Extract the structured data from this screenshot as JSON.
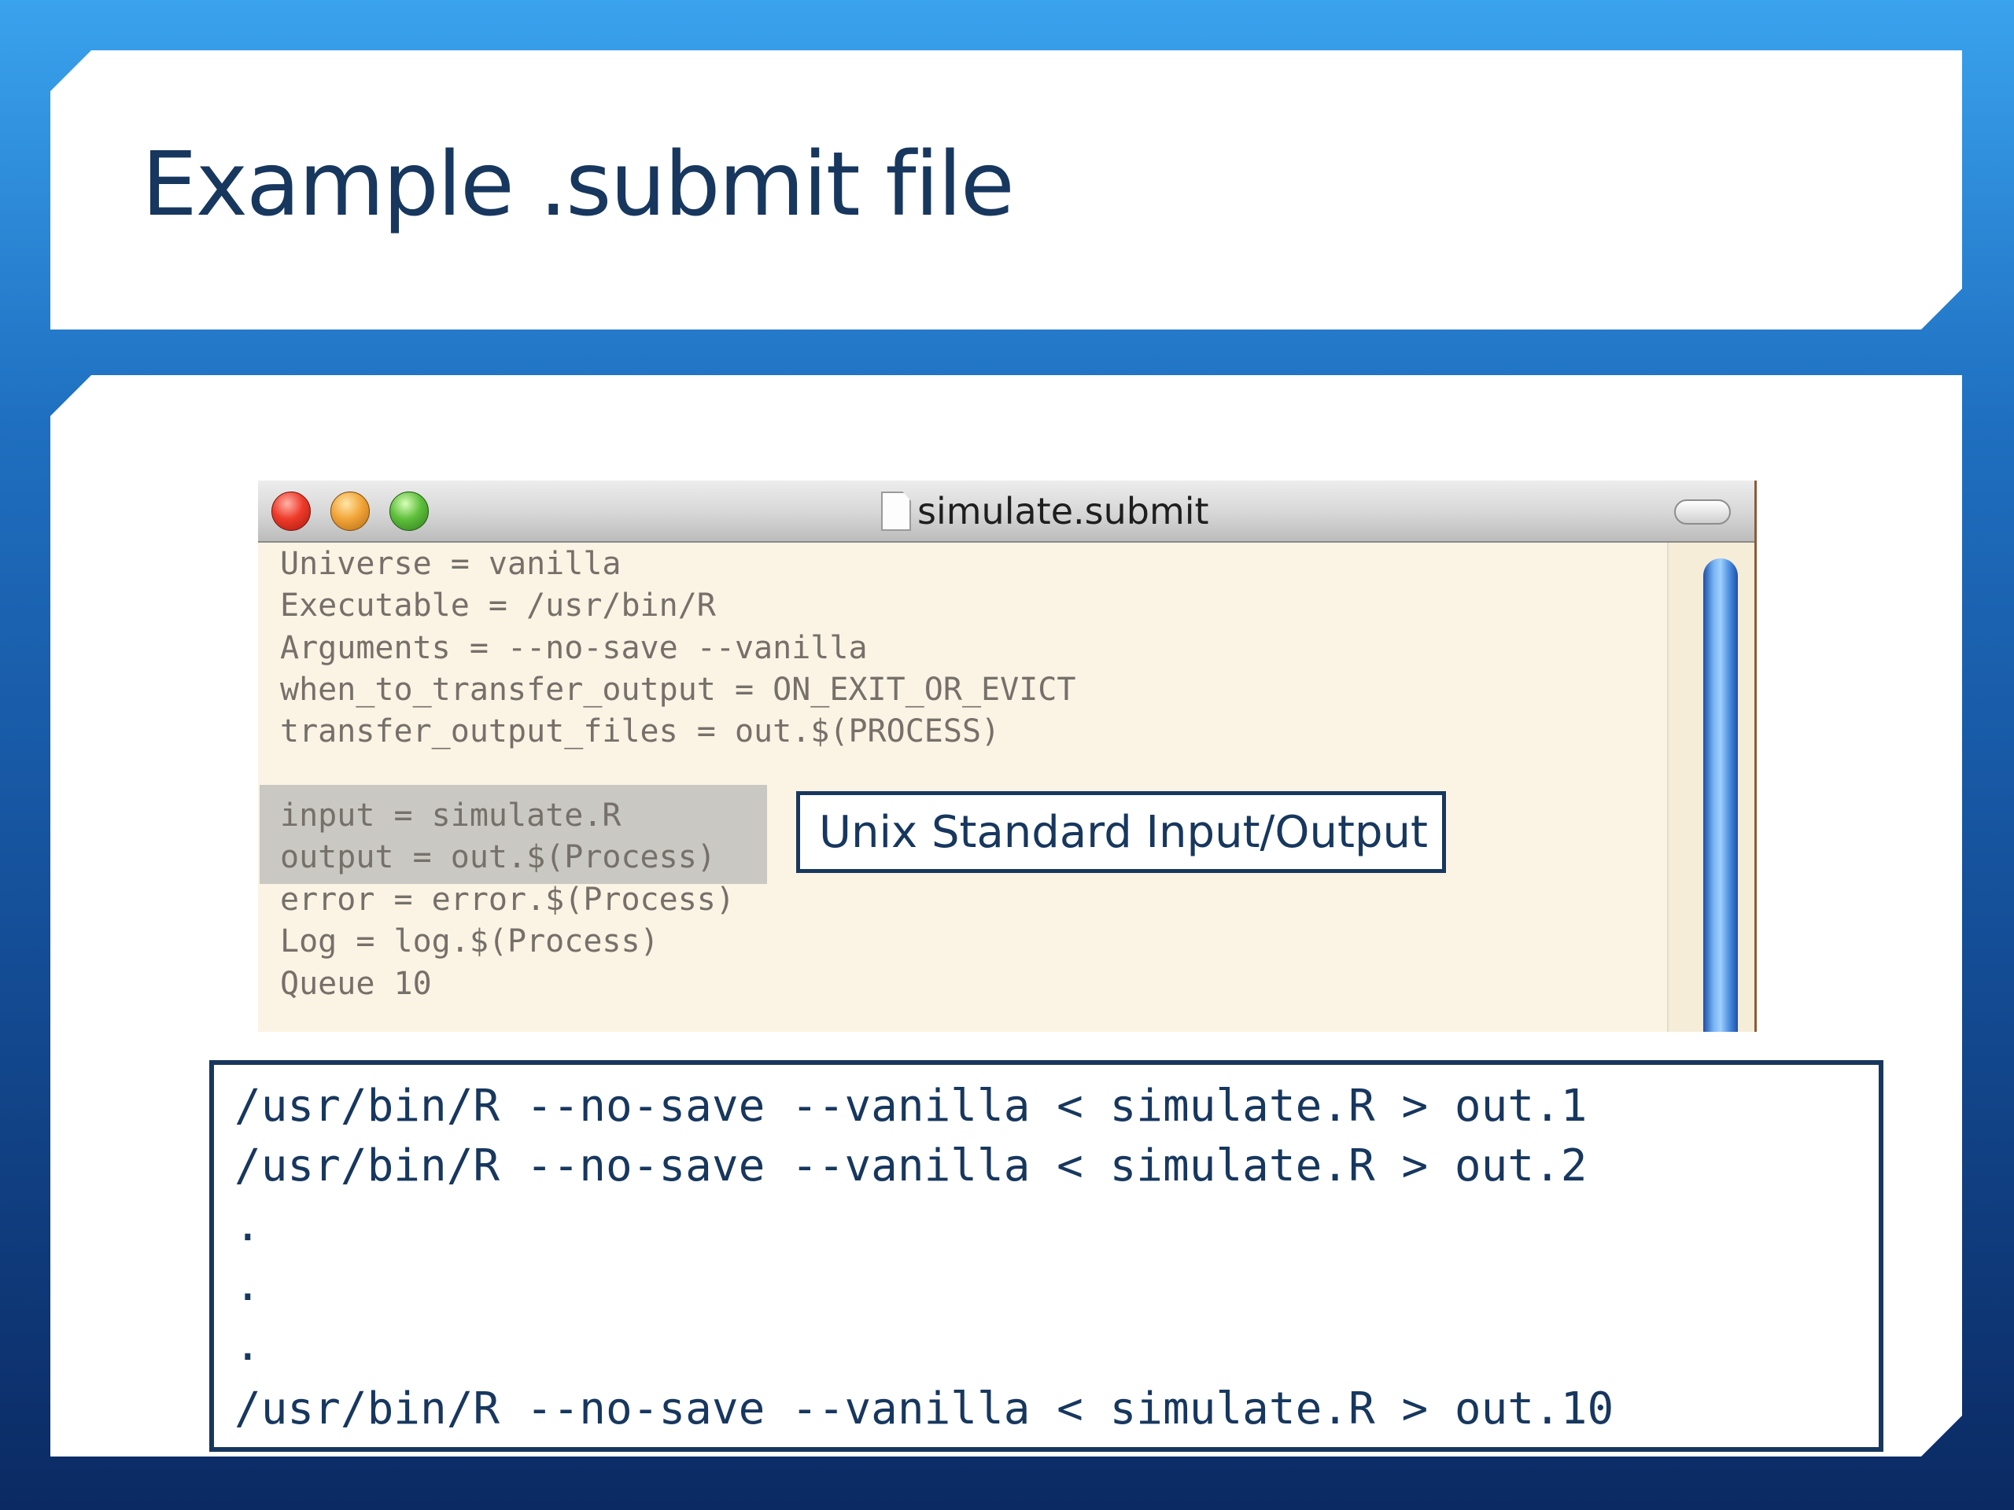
{
  "slide": {
    "title": "Example .submit file"
  },
  "window": {
    "title": "simulate.submit",
    "icons": {
      "close": "close-icon",
      "minimize": "minimize-icon",
      "zoom": "zoom-icon",
      "document": "document-icon"
    },
    "lines": [
      "Universe = vanilla",
      "Executable = /usr/bin/R",
      "Arguments = --no-save --vanilla",
      "when_to_transfer_output = ON_EXIT_OR_EVICT",
      "transfer_output_files = out.$(PROCESS)",
      "",
      "input = simulate.R",
      "output = out.$(Process)",
      "error = error.$(Process)",
      "Log = log.$(Process)",
      "Queue 10"
    ]
  },
  "callout": {
    "label": "Unix Standard Input/Output"
  },
  "commands": {
    "lines": [
      "/usr/bin/R --no-save --vanilla < simulate.R > out.1",
      "/usr/bin/R --no-save --vanilla < simulate.R > out.2",
      ".",
      ".",
      ".",
      "/usr/bin/R --no-save --vanilla < simulate.R > out.10"
    ]
  },
  "colors": {
    "title_text": "#17375e",
    "editor_background": "#fbf3e4",
    "code_text": "#76706a",
    "highlight": "#c9c8c2",
    "scroll_thumb": "#4c8fe0"
  }
}
